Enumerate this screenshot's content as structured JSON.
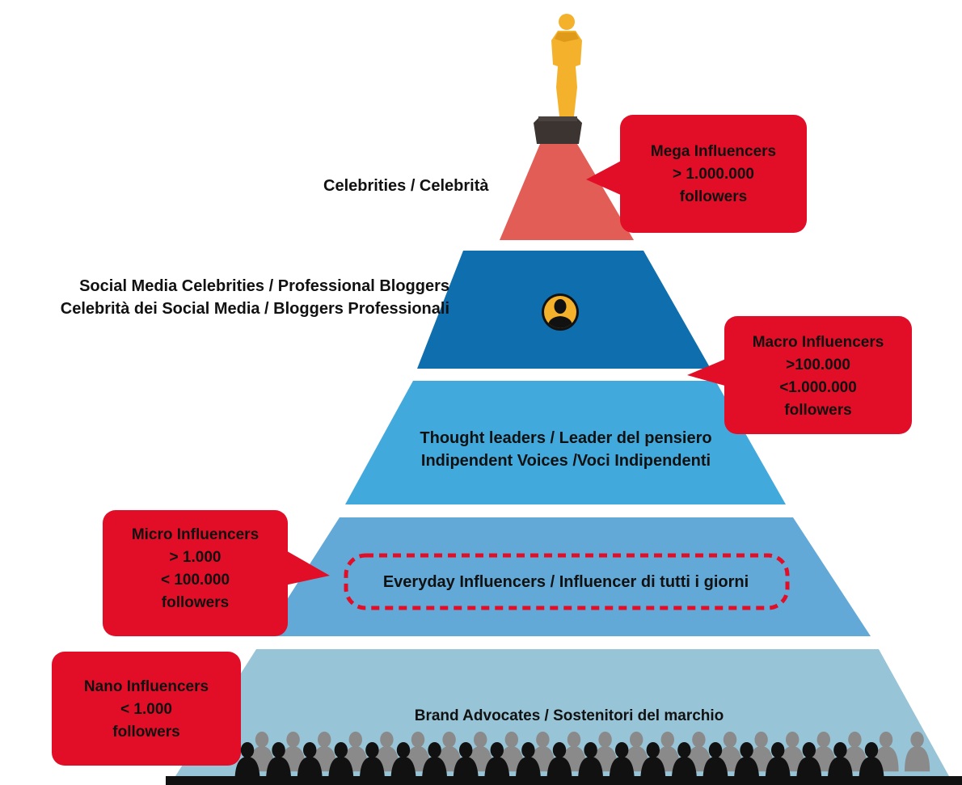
{
  "tiers": [
    {
      "key": "celebrities",
      "lines": [
        "Celebrities / Celebrità"
      ],
      "color": "#e35d57"
    },
    {
      "key": "social",
      "lines": [
        "Social Media Celebrities / Professional Bloggers",
        "Celebrità dei Social Media / Bloggers Professionali"
      ],
      "color": "#0f6fae"
    },
    {
      "key": "thought",
      "lines": [
        "Thought leaders / Leader del pensiero",
        "Indipendent Voices /Voci Indipendenti"
      ],
      "color": "#42a9dc"
    },
    {
      "key": "everyday",
      "lines": [
        "Everyday Influencers / Influencer di tutti i giorni"
      ],
      "color": "#62a9d8"
    },
    {
      "key": "brand",
      "lines": [
        "Brand Advocates / Sostenitori del marchio"
      ],
      "color": "#97c4d6"
    }
  ],
  "bubbles": [
    {
      "key": "mega",
      "lines": [
        "Mega Influencers",
        "> 1.000.000",
        "followers"
      ]
    },
    {
      "key": "macro",
      "lines": [
        "Macro Influencers",
        ">100.000",
        "<1.000.000",
        "followers"
      ]
    },
    {
      "key": "micro",
      "lines": [
        "Micro Influencers",
        "> 1.000",
        "< 100.000",
        "followers"
      ]
    },
    {
      "key": "nano",
      "lines": [
        "Nano Influencers",
        "< 1.000",
        "followers"
      ]
    }
  ],
  "colors": {
    "bubble": "#e20e28",
    "dashed_outline": "#e20e28",
    "statue": "#f4b12c",
    "pedestal": "#3b3431",
    "crowd_back": "#8a8a8a",
    "crowd_front": "#111111"
  },
  "icons": {
    "top": "oscar-statue-icon",
    "avatar": "user-avatar-icon",
    "crowd": "crowd-silhouette-icon"
  }
}
